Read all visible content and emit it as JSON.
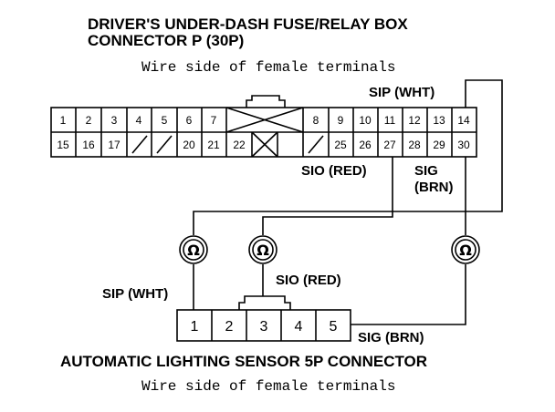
{
  "fuse_box": {
    "title_line1": "DRIVER'S UNDER-DASH FUSE/RELAY BOX",
    "title_line2": "CONNECTOR P (30P)",
    "subtitle": "Wire side of female terminals",
    "row1": [
      "1",
      "2",
      "3",
      "4",
      "5",
      "6",
      "7",
      "",
      "8",
      "9",
      "10",
      "11",
      "12",
      "13",
      "14"
    ],
    "row2": [
      "15",
      "16",
      "17",
      "",
      "",
      "20",
      "21",
      "22",
      "",
      "",
      "25",
      "26",
      "27",
      "28",
      "29",
      "30"
    ]
  },
  "wire_labels": {
    "sip_top": "SIP (WHT)",
    "sio_top": "SIO (RED)",
    "sig_top_line1": "SIG",
    "sig_top_line2": "(BRN)",
    "sio_mid": "SIO (RED)",
    "sip_left": "SIP (WHT)",
    "sig_right": "SIG (BRN)"
  },
  "ohmmeter_symbol": "Ω",
  "sensor": {
    "title": "AUTOMATIC LIGHTING SENSOR 5P CONNECTOR",
    "subtitle": "Wire side of female terminals",
    "pins": [
      "1",
      "2",
      "3",
      "4",
      "5"
    ]
  }
}
